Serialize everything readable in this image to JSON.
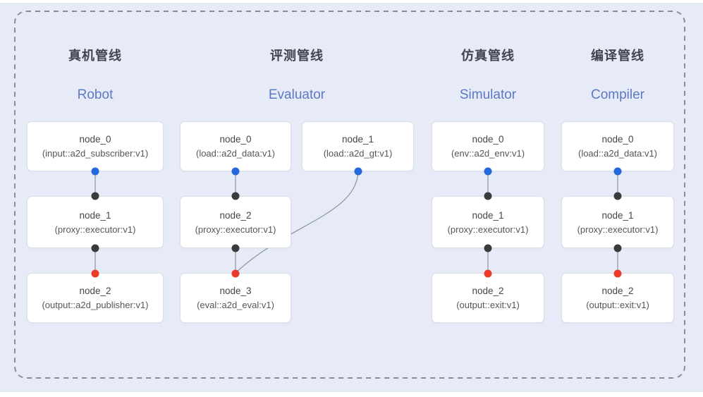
{
  "diagram": {
    "background_color": "#e7ebf8",
    "frame_border_color": "#878d9d",
    "wire_color": "#8f99ad",
    "port_colors": {
      "source_dot": "#2468df",
      "proxy_dot": "#3b3b3e",
      "sink_dot": "#ea3a28"
    },
    "pipelines": [
      {
        "id": "robot",
        "title_zh": "真机管线",
        "title_en": "Robot",
        "nodes": [
          {
            "name": "node_0",
            "plugin": "(input::a2d_subscriber:v1)"
          },
          {
            "name": "node_1",
            "plugin": "(proxy::executor:v1)"
          },
          {
            "name": "node_2",
            "plugin": "(output::a2d_publisher:v1)"
          }
        ]
      },
      {
        "id": "evaluator",
        "title_zh": "评测管线",
        "title_en": "Evaluator",
        "nodes": [
          {
            "name": "node_0",
            "plugin": "(load::a2d_data:v1)"
          },
          {
            "name": "node_1",
            "plugin": "(load::a2d_gt:v1)"
          },
          {
            "name": "node_2",
            "plugin": "(proxy::executor:v1)"
          },
          {
            "name": "node_3",
            "plugin": "(eval::a2d_eval:v1)"
          }
        ]
      },
      {
        "id": "simulator",
        "title_zh": "仿真管线",
        "title_en": "Simulator",
        "nodes": [
          {
            "name": "node_0",
            "plugin": "(env::a2d_env:v1)"
          },
          {
            "name": "node_1",
            "plugin": "(proxy::executor:v1)"
          },
          {
            "name": "node_2",
            "plugin": "(output::exit:v1)"
          }
        ]
      },
      {
        "id": "compiler",
        "title_zh": "编译管线",
        "title_en": "Compiler",
        "nodes": [
          {
            "name": "node_0",
            "plugin": "(load::a2d_data:v1)"
          },
          {
            "name": "node_1",
            "plugin": "(proxy::executor:v1)"
          },
          {
            "name": "node_2",
            "plugin": "(output::exit:v1)"
          }
        ]
      }
    ]
  }
}
